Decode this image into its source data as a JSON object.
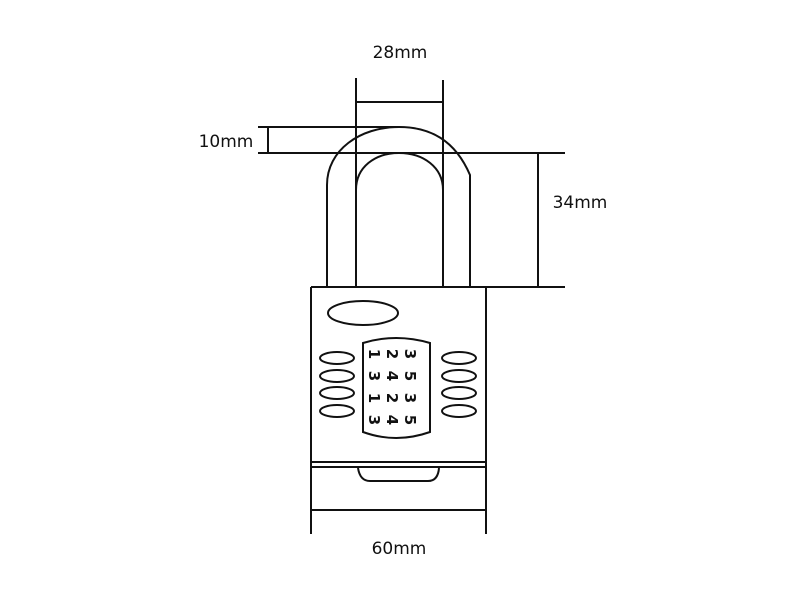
{
  "dimensions": {
    "shackle_inner_width": "28mm",
    "shackle_thickness": "10mm",
    "shackle_clearance": "34mm",
    "body_width": "60mm"
  },
  "dial_digits": [
    [
      "1",
      "2",
      "3"
    ],
    [
      "3",
      "4",
      "5"
    ],
    [
      "1",
      "2",
      "3"
    ],
    [
      "3",
      "4",
      "5"
    ]
  ],
  "colors": {
    "line": "#111111",
    "background": "#ffffff"
  }
}
